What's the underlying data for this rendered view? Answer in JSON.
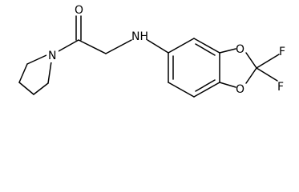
{
  "molecule": {
    "atoms": {
      "O_carbonyl": "O",
      "N_pyrrolidine": "N",
      "N_amine": "NH",
      "O_ring_top": "O",
      "O_ring_bottom": "O",
      "F_top": "F",
      "F_bottom": "F"
    }
  }
}
